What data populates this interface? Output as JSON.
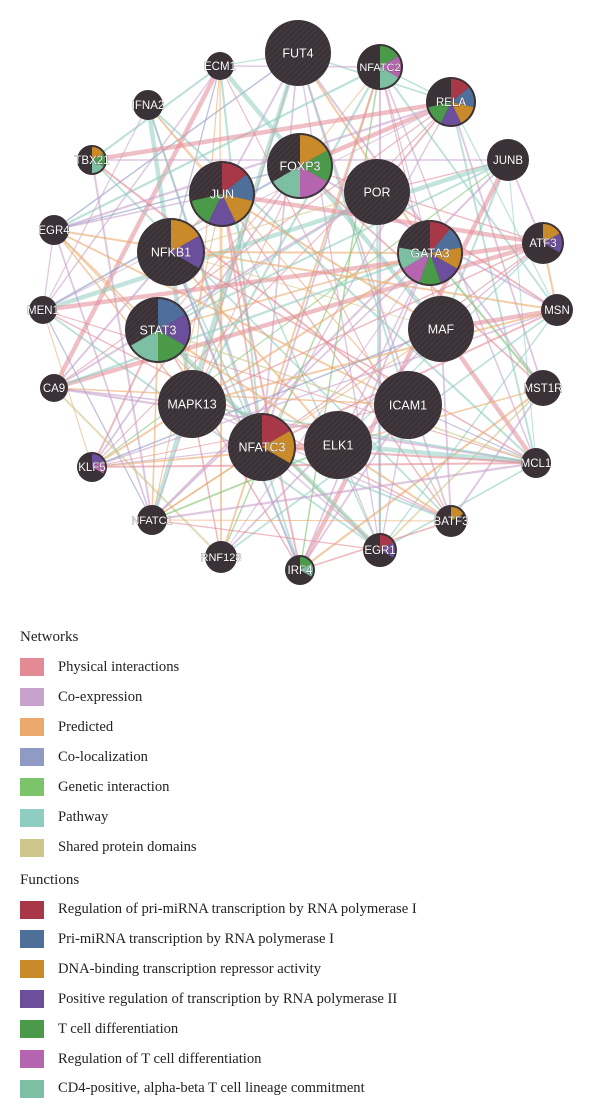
{
  "nodes": [
    {
      "label": "FUT4",
      "functions": []
    },
    {
      "label": "ECM1",
      "functions": []
    },
    {
      "label": "NFATC2",
      "functions": [
        "t_cell_diff",
        "reg_t_cell_diff",
        "cd4_commitment"
      ]
    },
    {
      "label": "IFNA2",
      "functions": []
    },
    {
      "label": "RELA",
      "functions": [
        "reg_pri_mirna",
        "pri_mirna",
        "repressor",
        "pos_reg_pol2",
        "t_cell_diff"
      ]
    },
    {
      "label": "TBX21",
      "functions": [
        "t_cell_diff",
        "repressor",
        "cd4_commitment"
      ]
    },
    {
      "label": "FOXP3",
      "functions": [
        "reg_t_cell_diff",
        "repressor",
        "t_cell_diff",
        "cd4_commitment"
      ]
    },
    {
      "label": "JUNB",
      "functions": []
    },
    {
      "label": "JUN",
      "functions": [
        "reg_pri_mirna",
        "pri_mirna",
        "repressor",
        "pos_reg_pol2",
        "t_cell_diff"
      ]
    },
    {
      "label": "POR",
      "functions": []
    },
    {
      "label": "EGR4",
      "functions": []
    },
    {
      "label": "ATF3",
      "functions": [
        "repressor",
        "pos_reg_pol2"
      ]
    },
    {
      "label": "NFKB1",
      "functions": [
        "repressor",
        "pos_reg_pol2"
      ]
    },
    {
      "label": "GATA3",
      "functions": [
        "reg_pri_mirna",
        "pri_mirna",
        "repressor",
        "pos_reg_pol2",
        "t_cell_diff",
        "reg_t_cell_diff",
        "cd4_commitment"
      ]
    },
    {
      "label": "MEN1",
      "functions": []
    },
    {
      "label": "MSN",
      "functions": []
    },
    {
      "label": "STAT3",
      "functions": [
        "pri_mirna",
        "pos_reg_pol2",
        "t_cell_diff",
        "cd4_commitment"
      ]
    },
    {
      "label": "MAF",
      "functions": []
    },
    {
      "label": "CA9",
      "functions": []
    },
    {
      "label": "MST1R",
      "functions": []
    },
    {
      "label": "MAPK13",
      "functions": []
    },
    {
      "label": "ICAM1",
      "functions": []
    },
    {
      "label": "ELK1",
      "functions": []
    },
    {
      "label": "NFATC3",
      "functions": [
        "reg_pri_mirna",
        "repressor"
      ]
    },
    {
      "label": "KLF5",
      "functions": [
        "reg_t_cell_diff",
        "pos_reg_pol2"
      ]
    },
    {
      "label": "MCL1",
      "functions": []
    },
    {
      "label": "NFATC1",
      "functions": []
    },
    {
      "label": "BATF3",
      "functions": [
        "repressor"
      ]
    },
    {
      "label": "RNF128",
      "functions": []
    },
    {
      "label": "IRF4",
      "functions": [
        "t_cell_diff",
        "cd4_commitment"
      ]
    },
    {
      "label": "EGR1",
      "functions": [
        "reg_pri_mirna",
        "pos_reg_pol2"
      ]
    }
  ],
  "colors": {
    "node": "#3a3236",
    "networks": {
      "physical": "#e38a95",
      "coexpression": "#c8a2cc",
      "predicted": "#ebaa6c",
      "colocalization": "#8f9bc4",
      "genetic": "#7cc36a",
      "pathway": "#8fcdc0",
      "shared_domains": "#cfc68c"
    },
    "functions": {
      "reg_pri_mirna": "#a83848",
      "pri_mirna": "#4f6f9b",
      "repressor": "#c98a2a",
      "pos_reg_pol2": "#6b4e9c",
      "t_cell_diff": "#4a9a4a",
      "reg_t_cell_diff": "#b565b0",
      "cd4_commitment": "#7cbfa2"
    }
  },
  "legend": {
    "networks_title": "Networks",
    "networks": [
      {
        "key": "physical",
        "label": "Physical interactions"
      },
      {
        "key": "coexpression",
        "label": "Co-expression"
      },
      {
        "key": "predicted",
        "label": "Predicted"
      },
      {
        "key": "colocalization",
        "label": "Co-localization"
      },
      {
        "key": "genetic",
        "label": "Genetic interaction"
      },
      {
        "key": "pathway",
        "label": "Pathway"
      },
      {
        "key": "shared_domains",
        "label": "Shared protein domains"
      }
    ],
    "functions_title": "Functions",
    "functions": [
      {
        "key": "reg_pri_mirna",
        "label": "Regulation of pri-miRNA transcription by RNA polymerase I"
      },
      {
        "key": "pri_mirna",
        "label": "Pri-miRNA transcription by RNA polymerase I"
      },
      {
        "key": "repressor",
        "label": "DNA-binding transcription repressor activity"
      },
      {
        "key": "pos_reg_pol2",
        "label": "Positive regulation of transcription by RNA polymerase II"
      },
      {
        "key": "t_cell_diff",
        "label": "T cell differentiation"
      },
      {
        "key": "reg_t_cell_diff",
        "label": "Regulation of T cell differentiation"
      },
      {
        "key": "cd4_commitment",
        "label": "CD4-positive, alpha-beta T cell lineage commitment"
      }
    ]
  }
}
